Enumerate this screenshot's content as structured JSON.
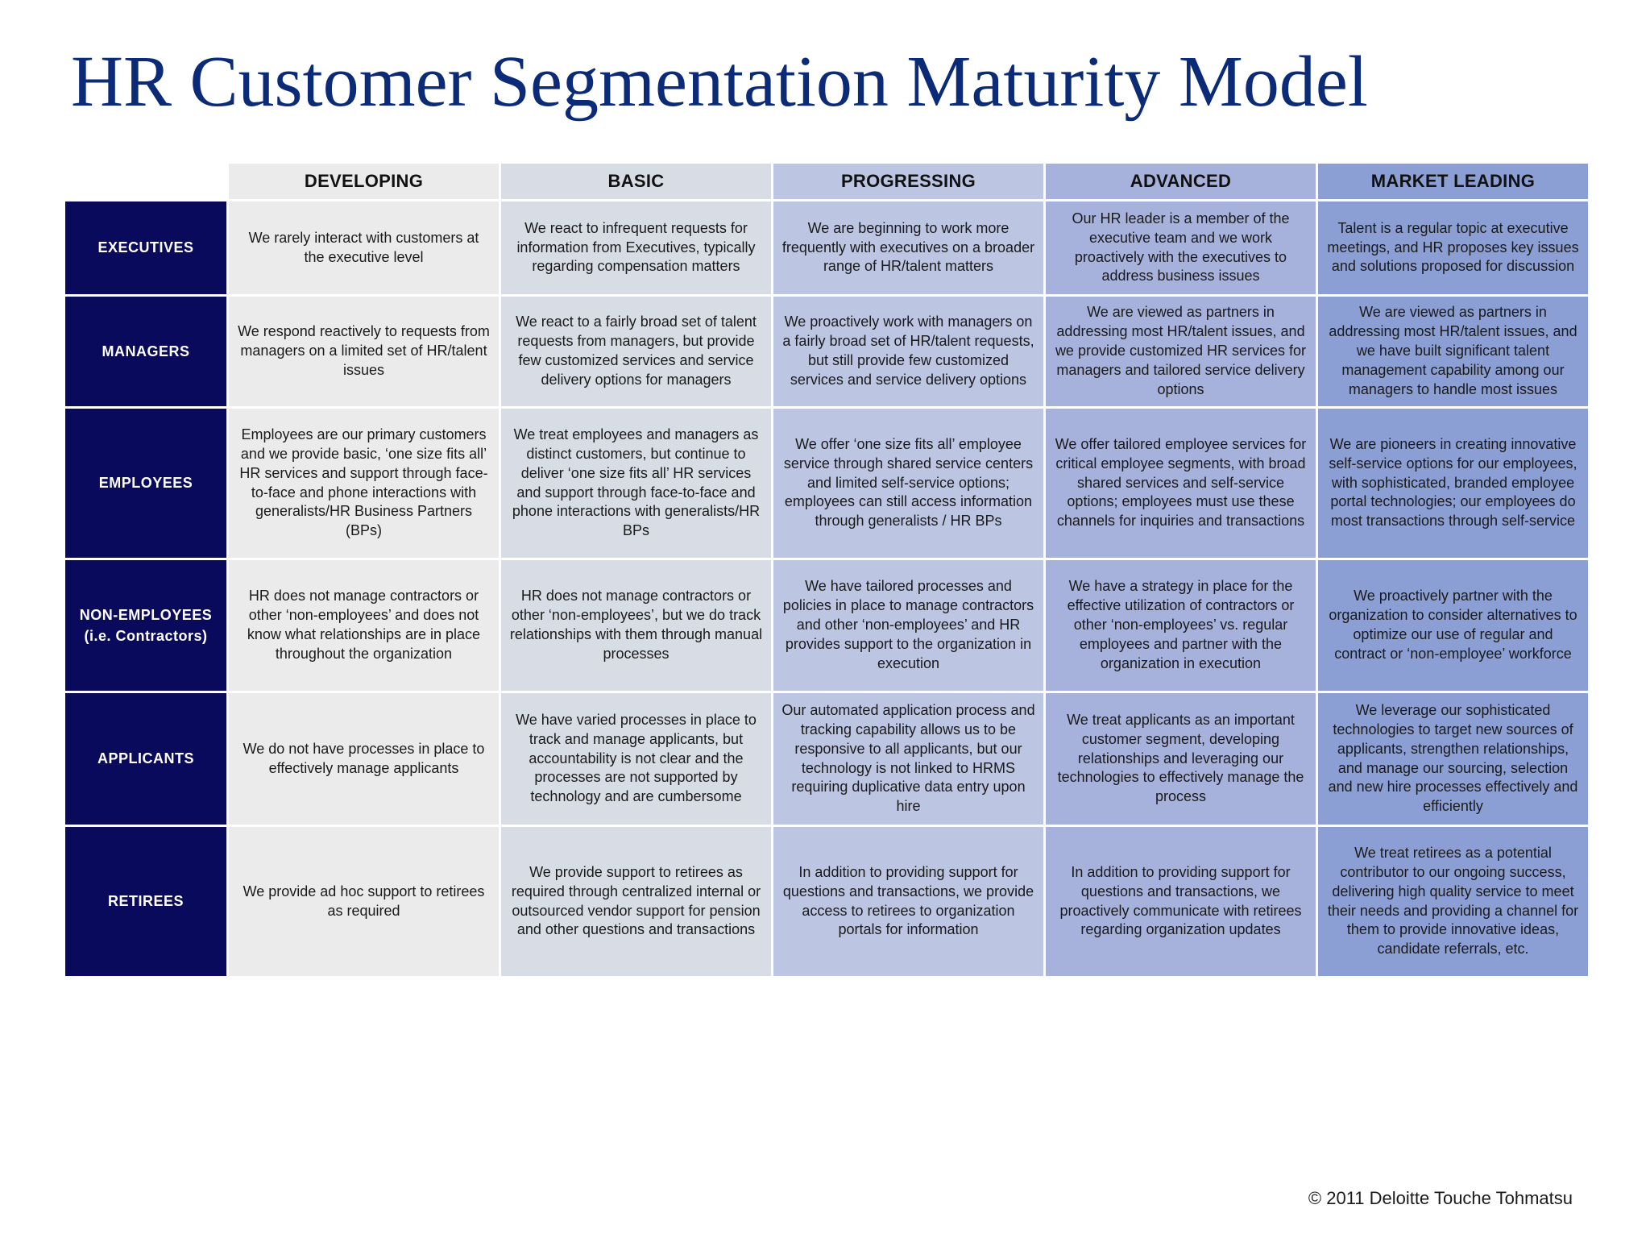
{
  "title": "HR Customer Segmentation Maturity Model",
  "columns": [
    "DEVELOPING",
    "BASIC",
    "PROGRESSING",
    "ADVANCED",
    "MARKET LEADING"
  ],
  "rows": [
    {
      "label": "EXECUTIVES",
      "sublabel": "",
      "cells": [
        "We rarely interact with customers at the executive level",
        "We react to infrequent requests for information from Executives, typically regarding compensation matters",
        "We are beginning to work more frequently with executives on a broader range of HR/talent matters",
        "Our HR leader is a member of the executive team and we work proactively with the executives to address business issues",
        "Talent is a regular topic at executive meetings, and HR proposes key issues and solutions proposed for discussion"
      ]
    },
    {
      "label": "MANAGERS",
      "sublabel": "",
      "cells": [
        "We respond reactively to requests from managers on a limited set of HR/talent issues",
        "We react to a fairly broad set of talent requests from managers, but provide few customized services and service delivery options for managers",
        "We proactively work with managers on a fairly broad set of HR/talent requests, but still provide few customized services and service delivery options",
        "We are viewed as partners in addressing most HR/talent issues, and we provide customized HR services for managers and tailored service delivery options",
        "We are viewed as partners in addressing most HR/talent issues, and we have built significant talent management capability among our managers to handle most issues"
      ]
    },
    {
      "label": "EMPLOYEES",
      "sublabel": "",
      "cells": [
        "Employees are our primary customers and we provide basic, ‘one size fits all’ HR services and support through face-to-face and phone interactions with generalists/HR Business Partners (BPs)",
        "We treat employees and managers as distinct customers, but continue to deliver ‘one size fits all’ HR services and support through face-to-face and phone interactions with generalists/HR BPs",
        "We offer ‘one size fits all’ employee service through shared service centers and limited self-service options; employees can still access information through generalists / HR BPs",
        "We offer tailored employee services for critical employee segments, with broad shared services and self-service options; employees must use these channels for inquiries and transactions",
        "We are pioneers in creating innovative self-service options for our employees, with sophisticated, branded employee portal technologies; our employees do most transactions through self-service"
      ]
    },
    {
      "label": "NON-EMPLOYEES",
      "sublabel": "(i.e. Contractors)",
      "cells": [
        "HR does not manage contractors or other ‘non-employees’ and does not know what relationships are in place throughout the organization",
        "HR does not manage contractors or other ‘non-employees’, but we do track relationships with them through manual processes",
        "We have tailored processes and policies in place to manage contractors and other ‘non-employees’ and HR provides support to the organization in execution",
        "We have a strategy in place for the effective utilization of contractors or other ‘non-employees’ vs. regular employees and partner with the organization in execution",
        "We proactively partner with the organization to consider alternatives to optimize our use of regular and contract or ‘non-employee’ workforce"
      ]
    },
    {
      "label": "APPLICANTS",
      "sublabel": "",
      "cells": [
        "We do not have processes in place to effectively manage applicants",
        "We have varied processes in place to track and manage applicants, but accountability is not clear and the processes are not supported by technology and are cumbersome",
        "Our automated application process and tracking capability allows us to be responsive to all applicants, but our technology is not linked to HRMS requiring duplicative data entry upon hire",
        "We treat applicants as an important customer segment, developing relationships and leveraging our technologies to effectively manage the process",
        "We leverage our sophisticated technologies to target new sources of applicants, strengthen relationships, and manage our sourcing, selection and new hire processes effectively and efficiently"
      ]
    },
    {
      "label": "RETIREES",
      "sublabel": "",
      "cells": [
        "We provide ad hoc support to retirees as required",
        "We provide support to retirees as required through centralized internal or outsourced vendor support for pension and other questions and transactions",
        "In addition to providing support for questions and transactions, we provide access to retirees to organization portals for information",
        "In addition to providing support for questions and transactions, we proactively communicate with retirees regarding organization updates",
        "We treat retirees as a potential contributor to our ongoing success, delivering high quality service to meet their needs and providing a channel for them to provide innovative ideas, candidate referrals, etc."
      ]
    }
  ],
  "footer": "© 2011 Deloitte Touche Tohmatsu"
}
